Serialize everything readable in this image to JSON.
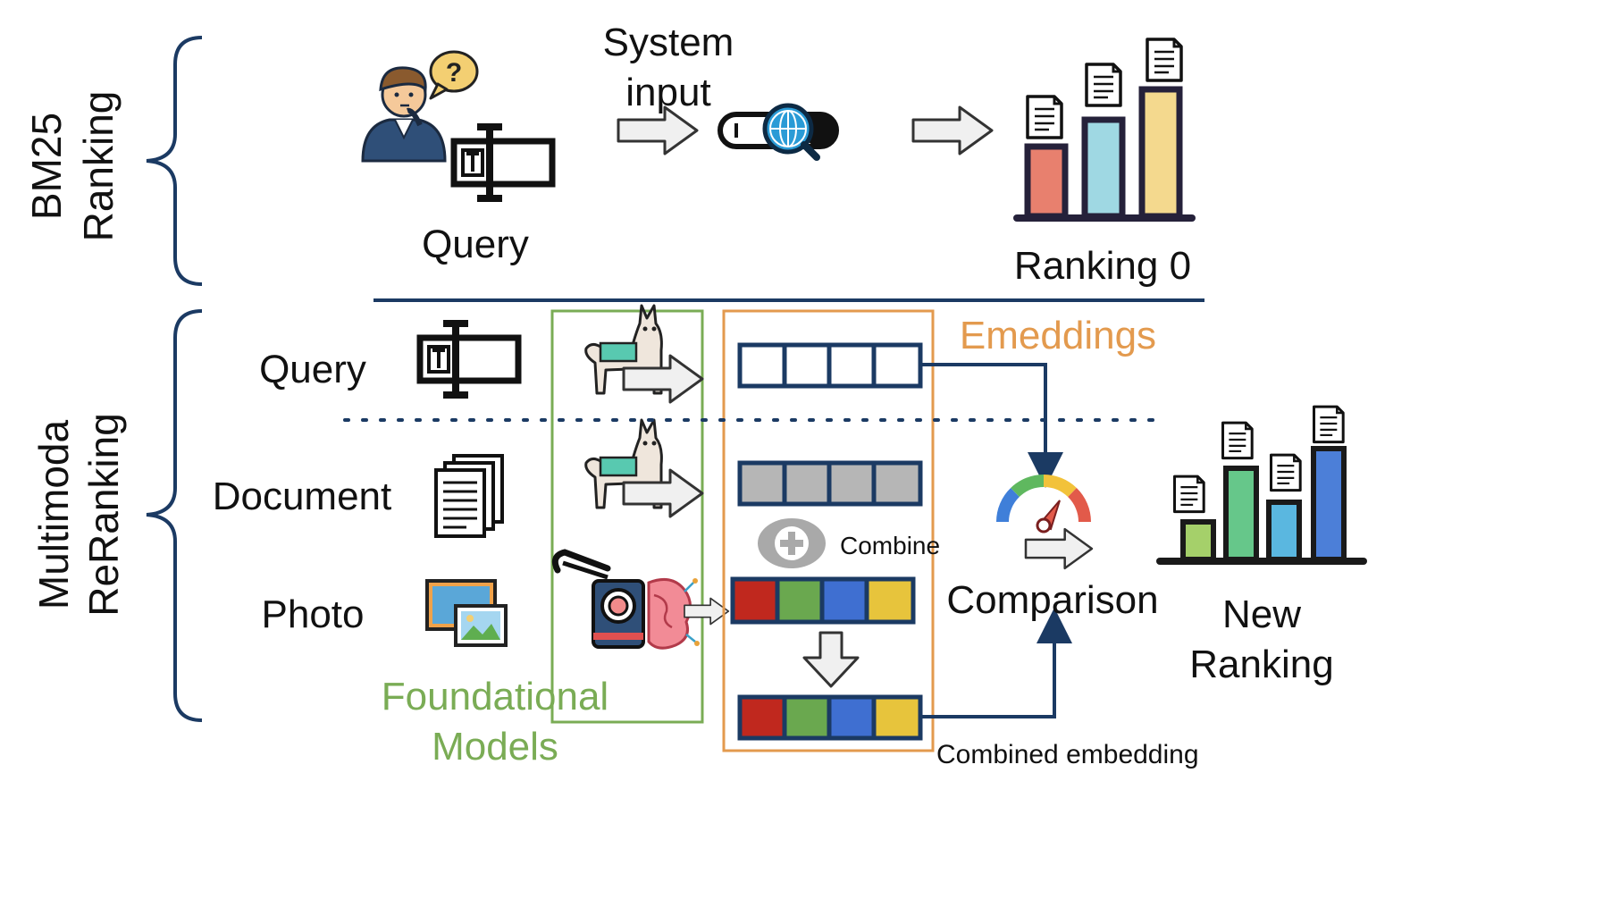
{
  "colors": {
    "navy": "#1b3a63",
    "green_box": "#7aac55",
    "orange_box": "#e39a4e",
    "orange_text": "#e39a4e",
    "green_text": "#7aac55",
    "cell_red": "#c0281e",
    "cell_green": "#6aa84f",
    "cell_blue": "#3f6fd1",
    "cell_yellow": "#e7c43c",
    "cell_gray": "#b6b6b6"
  },
  "bm25": {
    "side_label_line1": "BM25",
    "side_label_line2": "Ranking",
    "query_label": "Query",
    "system_input_line1": "System",
    "system_input_line2": "input",
    "ranking_label": "Ranking 0"
  },
  "multimodal": {
    "side_label_line1": "Multimoda",
    "side_label_line2": "ReRanking",
    "row_query": "Query",
    "row_document": "Document",
    "row_photo": "Photo",
    "embeddings_label": "Emeddings",
    "foundational_line1": "Foundational",
    "foundational_line2": "Models",
    "combine_label": "Combine",
    "comparison_label": "Comparison",
    "combined_embedding_label": "Combined embedding",
    "new_ranking_line1": "New",
    "new_ranking_line2": "Ranking"
  },
  "icons": [
    "thinking-person-icon",
    "question-bubble-icon",
    "text-cursor-icon",
    "search-bar-icon",
    "globe-magnifier-icon",
    "arrow-right-icon",
    "bar-chart-icon",
    "document-icon",
    "llama-icon",
    "document-stack-icon",
    "photo-stack-icon",
    "camera-clip-icon",
    "brain-icon",
    "plus-circle-icon",
    "gauge-icon",
    "arrow-down-icon"
  ]
}
